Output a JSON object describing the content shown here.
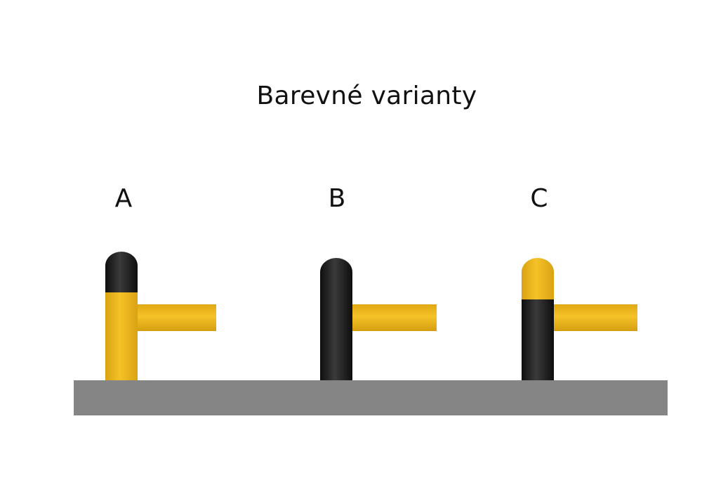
{
  "title": "Barevné varianty",
  "colors": {
    "yellow": "#f2b91c",
    "black": "#1c1c1c",
    "ground": "#858585",
    "background": "#ffffff"
  },
  "variants": [
    {
      "label": "A",
      "post_color": "yellow",
      "cap_color": "black",
      "rail_color": "yellow"
    },
    {
      "label": "B",
      "post_color": "black",
      "cap_color": "black",
      "rail_color": "yellow"
    },
    {
      "label": "C",
      "post_color": "black",
      "cap_color": "yellow",
      "rail_color": "yellow"
    }
  ]
}
